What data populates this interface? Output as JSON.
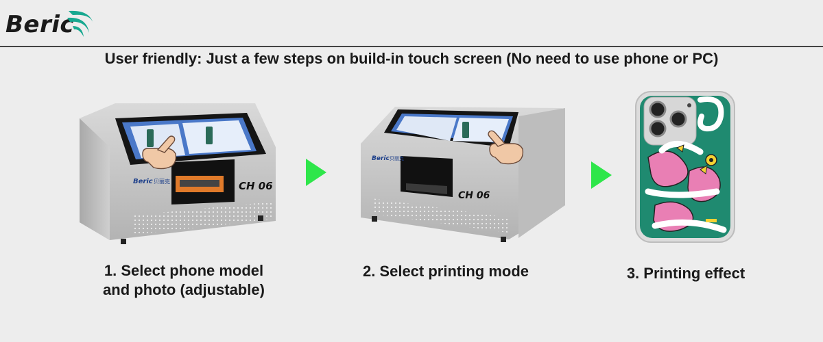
{
  "brand": {
    "logo_text": "Beric",
    "accent": "#17a890"
  },
  "headline": "User friendly: Just a few steps on build-in touch screen (No need to use phone or PC)",
  "printer": {
    "model_label": "CH 06",
    "brand_label": "Beric",
    "brand_cn": "贝丽克"
  },
  "steps": [
    {
      "line1": "1. Select phone model",
      "line2": "and photo (adjustable)"
    },
    {
      "line1": "2. Select printing mode"
    },
    {
      "line1": "3. Printing effect"
    }
  ],
  "colors": {
    "arrow": "#2ee64a",
    "case_green": "#1f8a70",
    "case_pink": "#e97fb4",
    "printer_body": "#c9c9c9",
    "screen": "#151515"
  },
  "icons": [
    "logo-swoosh-icon",
    "play-arrow-icon",
    "hand-pointer-icon"
  ]
}
